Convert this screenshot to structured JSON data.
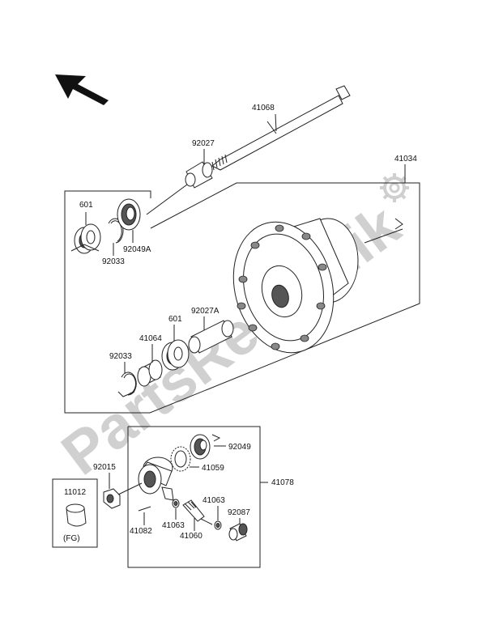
{
  "watermark": "PartsRepublik",
  "part_labels": {
    "axle": "41068",
    "collar_top": "92027",
    "wheel_hub": "41034",
    "bearing_right": "601",
    "circlip_right": "92033",
    "seal_right": "92049A",
    "collar_spacer": "92027A",
    "bearing_left": "601",
    "seal_left": "41064",
    "circlip_left": "92033",
    "speedo_seal": "92049",
    "speedo_gear": "41059",
    "speedo_assy": "41078",
    "axle_nut": "92015",
    "cap": "11012",
    "cap_note": "(FG)",
    "pin": "41082",
    "washer_a": "41063",
    "washer_b": "41063",
    "pinion": "41060",
    "bushing": "92087"
  },
  "colors": {
    "line": "#222222",
    "watermark": "#d0d0d0"
  },
  "icons": [
    "arrow-icon",
    "gear-icon"
  ]
}
